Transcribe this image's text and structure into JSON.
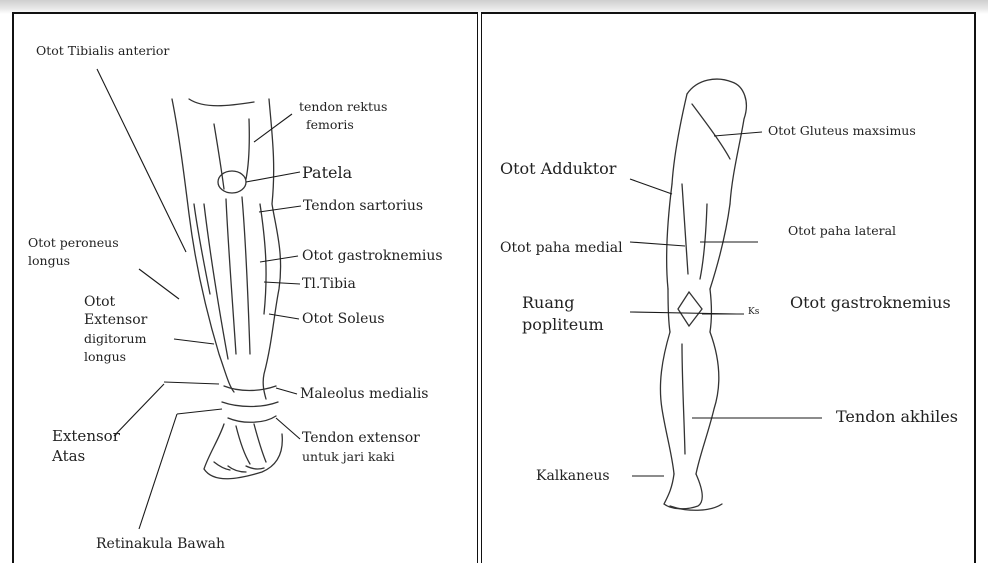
{
  "left_panel": {
    "labels": {
      "tibialis_anterior": "Otot Tibialis anterior",
      "tendon_rektus_1": "tendon rektus",
      "tendon_rektus_2": "femoris",
      "patela": "Patela",
      "tendon_sartorius": "Tendon sartorius",
      "peroneus_1": "Otot peroneus",
      "peroneus_2": "longus",
      "gastroknemius": "Otot gastroknemius",
      "tl_tibia": "Tl.Tibia",
      "extensor_dig_1": "Otot",
      "extensor_dig_2": "Extensor",
      "extensor_dig_3": "digitorum",
      "extensor_dig_4": "longus",
      "soleus": "Otot Soleus",
      "maleolus": "Maleolus medialis",
      "extensor_atas_1": "Extensor",
      "extensor_atas_2": "Atas",
      "tendon_extensor_1": "Tendon extensor",
      "tendon_extensor_2": "untuk jari kaki",
      "retinakula": "Retinakula Bawah"
    }
  },
  "right_panel": {
    "labels": {
      "gluteus": "Otot Gluteus maxsimus",
      "adduktor": "Otot Adduktor",
      "paha_lateral": "Otot paha lateral",
      "paha_medial": "Otot paha medial",
      "ruang_1": "Ruang",
      "ruang_2": "popliteum",
      "gastroknemius": "Otot gastroknemius",
      "ks": "Ks",
      "akhiles": "Tendon akhiles",
      "kalkaneus": "Kalkaneus"
    }
  },
  "colors": {
    "line": "#1a1a1a",
    "sketch": "#333333",
    "border": "#111111"
  }
}
